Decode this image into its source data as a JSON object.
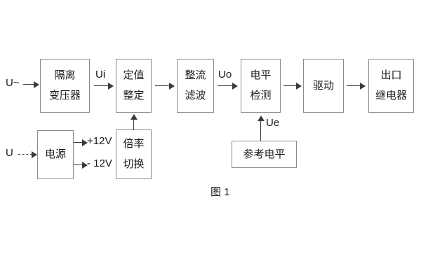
{
  "figure": {
    "caption": "图 1",
    "title": "",
    "stroke_color": "#8a8a8a",
    "arrow_color": "#3a3a3a",
    "text_color": "#1a1a1a",
    "background": "#ffffff"
  },
  "inputs": {
    "ac_source_label": "U~",
    "dc_source_label": "U"
  },
  "blocks": {
    "isolation_transformer": {
      "line1": "隔离",
      "line2": "变压器"
    },
    "setting_value": {
      "line1": "定值",
      "line2": "整定"
    },
    "rectify_filter": {
      "line1": "整流",
      "line2": "滤波"
    },
    "level_detect": {
      "line1": "电平",
      "line2": "检测"
    },
    "drive": {
      "line1": "驱动"
    },
    "output_relay": {
      "line1": "出口",
      "line2": "继电器"
    },
    "power_supply": {
      "line1": "电源"
    },
    "multiplier_switch": {
      "line1": "倍率",
      "line2": "切换"
    },
    "reference_level": {
      "line1": "参考电平"
    }
  },
  "signals": {
    "ui": "Ui",
    "uo": "Uo",
    "ue": "Ue",
    "rail_pos": "+12V",
    "rail_neg": "- 12V"
  },
  "chart_data": {
    "type": "diagram",
    "title": "图 1",
    "nodes": [
      {
        "id": "isolation_transformer",
        "label": "隔离变压器",
        "row": "main",
        "order": 1
      },
      {
        "id": "setting_value",
        "label": "定值整定",
        "row": "main",
        "order": 2
      },
      {
        "id": "rectify_filter",
        "label": "整流滤波",
        "row": "main",
        "order": 3
      },
      {
        "id": "level_detect",
        "label": "电平检测",
        "row": "main",
        "order": 4
      },
      {
        "id": "drive",
        "label": "驱动",
        "row": "main",
        "order": 5
      },
      {
        "id": "output_relay",
        "label": "出口继电器",
        "row": "main",
        "order": 6
      },
      {
        "id": "power_supply",
        "label": "电源",
        "row": "lower",
        "order": 1
      },
      {
        "id": "multiplier_switch",
        "label": "倍率切换",
        "row": "lower",
        "order": 2
      },
      {
        "id": "reference_level",
        "label": "参考电平",
        "row": "lower",
        "order": 3
      }
    ],
    "edges": [
      {
        "from": "U~",
        "to": "isolation_transformer",
        "label": "",
        "style": "solid"
      },
      {
        "from": "isolation_transformer",
        "to": "setting_value",
        "label": "Ui",
        "style": "solid"
      },
      {
        "from": "setting_value",
        "to": "rectify_filter",
        "label": "",
        "style": "solid"
      },
      {
        "from": "rectify_filter",
        "to": "level_detect",
        "label": "Uo",
        "style": "solid"
      },
      {
        "from": "level_detect",
        "to": "drive",
        "label": "",
        "style": "solid"
      },
      {
        "from": "drive",
        "to": "output_relay",
        "label": "",
        "style": "solid"
      },
      {
        "from": "U",
        "to": "power_supply",
        "label": "",
        "style": "dashed"
      },
      {
        "from": "power_supply",
        "to": "+12V",
        "label": "+12V",
        "style": "solid"
      },
      {
        "from": "power_supply",
        "to": "- 12V",
        "label": "- 12V",
        "style": "solid"
      },
      {
        "from": "multiplier_switch",
        "to": "setting_value",
        "label": "",
        "style": "solid"
      },
      {
        "from": "reference_level",
        "to": "level_detect",
        "label": "Ue",
        "style": "solid"
      }
    ]
  }
}
